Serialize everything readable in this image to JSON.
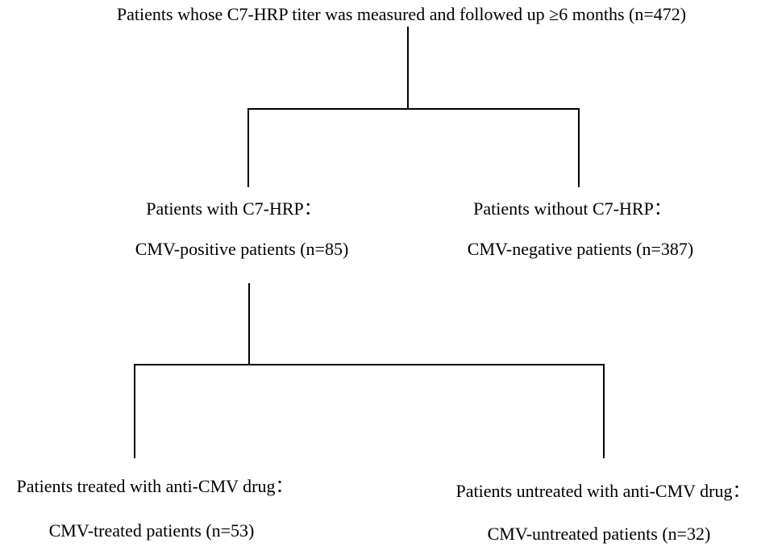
{
  "diagram": {
    "title": "Patients whose C7-HRP titer was measured and followed up ≥6 months (n=472)",
    "nodes": {
      "cmv_positive": {
        "line1": "Patients with C7-HRP：",
        "line2": "CMV-positive patients (n=85)"
      },
      "cmv_negative": {
        "line1": "Patients without C7-HRP：",
        "line2": "CMV-negative patients (n=387)"
      },
      "cmv_treated": {
        "line1": "Patients treated with anti-CMV drug：",
        "line2": "CMV-treated patients (n=53)"
      },
      "cmv_untreated": {
        "line1": "Patients untreated with anti-CMV drug：",
        "line2": "CMV-untreated patients (n=32)"
      }
    },
    "counts": {
      "total": 472,
      "cmv_positive": 85,
      "cmv_negative": 387,
      "cmv_treated": 53,
      "cmv_untreated": 32
    },
    "colors": {
      "background": "#ffffff",
      "text": "#000000",
      "line": "#000000"
    }
  }
}
